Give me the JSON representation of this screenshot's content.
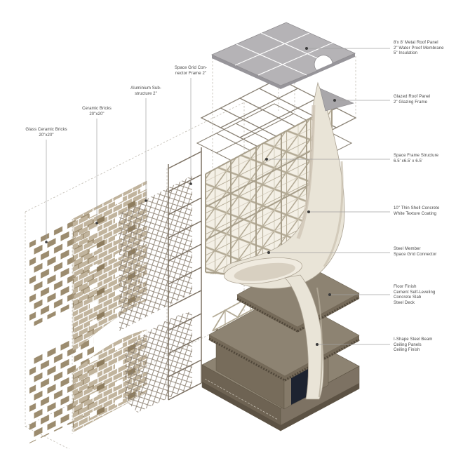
{
  "figure": {
    "kind": "architectural-exploded-axonometric-detail",
    "background": "#ffffff"
  },
  "left_labels": [
    {
      "id": "glass-ceramic-bricks",
      "lines": [
        "Glass Ceramic Bricks",
        "20\"x20\"",
        "",
        ""
      ]
    },
    {
      "id": "ceramic-bricks",
      "lines": [
        "Ceramic Bricks",
        "20\"x20\"",
        "",
        ""
      ]
    },
    {
      "id": "aluminium-substructure",
      "lines": [
        "Aluminium Sub-",
        "structure 2\"",
        "",
        ""
      ]
    },
    {
      "id": "space-grid-connector-frame",
      "lines": [
        "Space Grid Con-",
        "nector Frame 2\"",
        "",
        ""
      ]
    }
  ],
  "right_labels": [
    {
      "id": "metal-roof-panel",
      "lines": [
        "8'x 8' Metal Roof Panel",
        "2\" Water Proof Membrane",
        "5\" Insulation",
        ""
      ]
    },
    {
      "id": "glazed-roof-panel",
      "lines": [
        "Glazed Roof Panel",
        "2\" Glazing Frame",
        "",
        ""
      ]
    },
    {
      "id": "space-frame-structure",
      "lines": [
        "Space Frame Structure",
        "6.5' x6.5' x 6.5'",
        "",
        ""
      ]
    },
    {
      "id": "thin-shell-concrete",
      "lines": [
        "10\" Thin Shell Concrete",
        "White Texture Coating",
        "",
        ""
      ]
    },
    {
      "id": "steel-member",
      "lines": [
        "Steel Member",
        "Space Grid Connector",
        "",
        ""
      ]
    },
    {
      "id": "floor-finish",
      "lines": [
        "Floor Finish",
        "Cement Self-Leveling",
        "Concrete Slab",
        "Steel Deck"
      ]
    },
    {
      "id": "i-shape-steel-beam",
      "lines": [
        "I-Shape Steel Beam",
        "Ceiling Panels",
        "Ceiling Finish",
        ""
      ]
    }
  ],
  "colors": {
    "label_text": "#454545",
    "leader": "#a0a0a0",
    "dot": "#3c3c3c",
    "dashed": "#c0bbb1",
    "roof_top": "#b5b3b6",
    "roof_edge": "#97959a",
    "roof_grid": "#ffffff",
    "wedge": "#a9a7aa",
    "wire": "#8a8275",
    "truss_bg": "#f4f0e6",
    "truss_member": "#a89f8b",
    "shell": "#e9e4d7",
    "shell_shade": "#cfc6b6",
    "bowl_rim": "#f0ebe0",
    "bowl_inner": "#d8d0c1",
    "slab_top": "#8d8372",
    "slab_front": "#756a59",
    "deck_teeth": "#50473a",
    "podium_top": "#8d8372",
    "podium_front": "#6e6353",
    "podium_side": "#7d7263",
    "wall_front": "#776c5b",
    "wall_side": "#857a69",
    "doorway": "#1d2330",
    "brick_brown": "#9c8c6f",
    "brick_panel": "#c1b49d",
    "brick_dark": "#8e7d5f",
    "mesh": "#8b8071",
    "frame": "#7d7264"
  },
  "components": [
    "metal-roof-panel",
    "glazed-roof-frame",
    "space-frame-truss",
    "concrete-shell",
    "upper-floor-slab",
    "lower-floor-slab",
    "base-podium",
    "doorway-opening",
    "glass-ceramic-brick-layer",
    "ceramic-brick-layer",
    "aluminium-mesh-layer",
    "space-grid-connector-frame-layer"
  ]
}
